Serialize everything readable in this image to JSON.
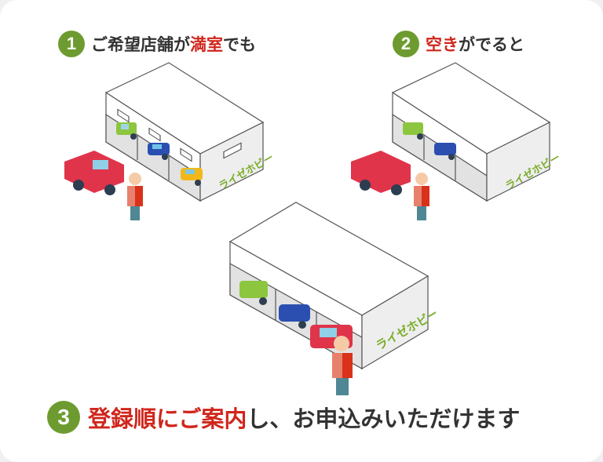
{
  "steps": [
    {
      "number": "1",
      "text_plain_1": "ご希望店舗が",
      "text_highlight": "満室",
      "text_plain_2": "でも"
    },
    {
      "number": "2",
      "text_highlight": "空き",
      "text_plain_2": "がでると"
    },
    {
      "number": "3",
      "text_highlight": "登録順にご案内",
      "text_plain_2": "し、お申込みいただけます"
    }
  ],
  "illustrations": [
    {
      "name": "garage-full",
      "sign": "ライゼホビー",
      "bays": [
        "green-truck",
        "blue-car",
        "yellow-suv"
      ],
      "waiting": [
        "red-pickup",
        "person"
      ]
    },
    {
      "name": "garage-vacant",
      "sign": "ライゼホビー",
      "bays": [
        "green-truck",
        "blue-car",
        "empty"
      ],
      "waiting": [
        "red-pickup",
        "person"
      ]
    },
    {
      "name": "garage-assigned",
      "sign": "ライゼホビー",
      "bays": [
        "green-truck",
        "blue-car",
        "red-pickup"
      ],
      "waiting": [
        "person"
      ]
    }
  ],
  "colors": {
    "accent_green": "#6d9b2f",
    "highlight_red": "#d0261c",
    "text": "#333333"
  }
}
